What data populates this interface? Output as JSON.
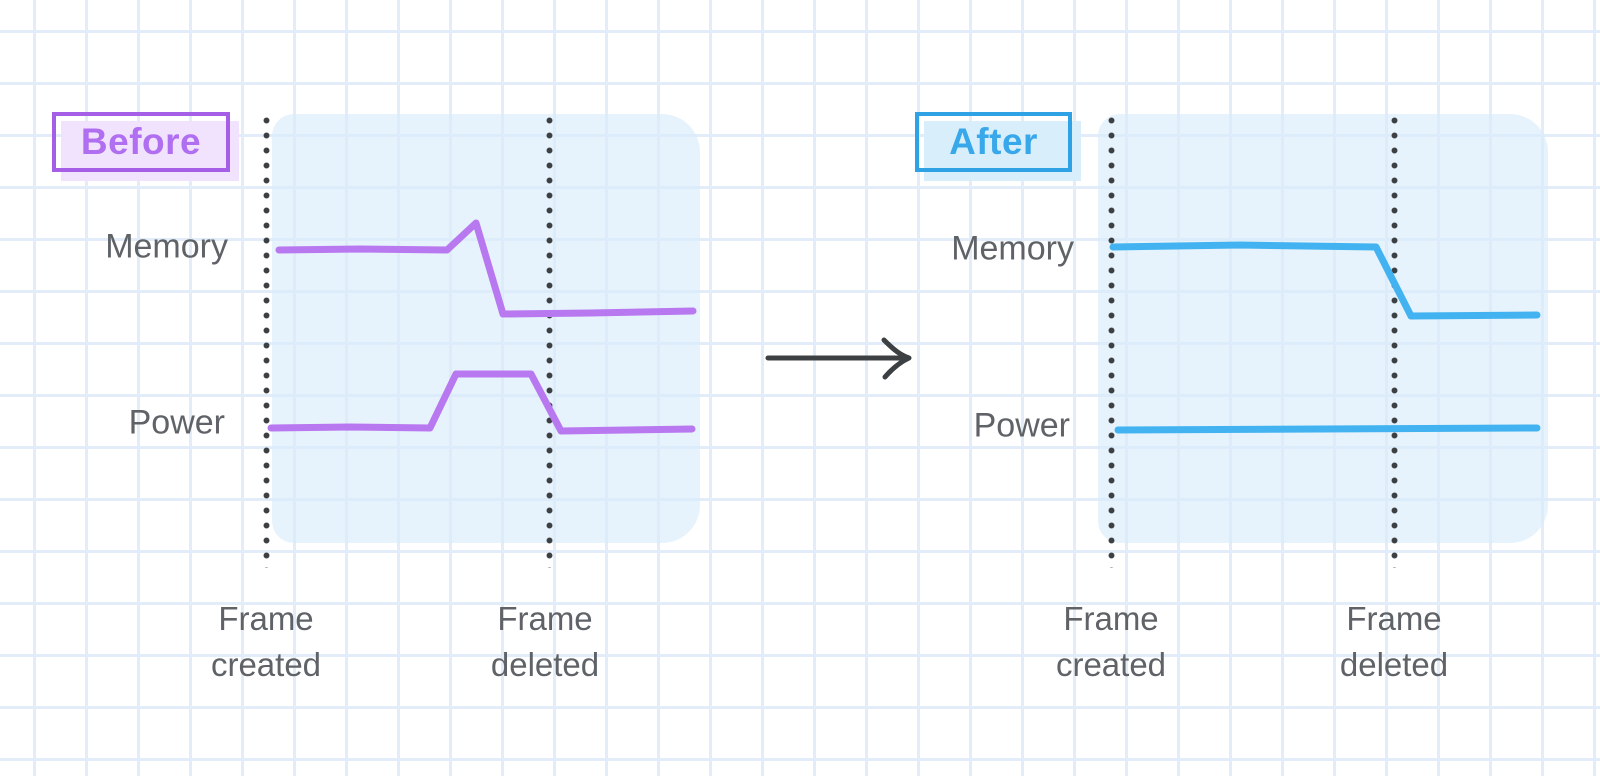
{
  "colors": {
    "purple_line": "#b878f0",
    "purple_border": "#a55fe6",
    "purple_fill": "#f1e3fd",
    "purple_text": "#b06ef0",
    "blue_line": "#42b3f0",
    "blue_border": "#2fa2e6",
    "blue_fill": "#d8eefb",
    "blue_text": "#38a8ea",
    "gray_text": "#5f6368",
    "dot_color": "#3c4043",
    "region_fill": "#d9ecfa",
    "grid_line": "#e3edf9",
    "arrow": "#3c4043"
  },
  "panels": [
    {
      "badge": {
        "label": "Before"
      },
      "events": [
        {
          "line1": "Frame",
          "line2": "created"
        },
        {
          "line1": "Frame",
          "line2": "deleted"
        }
      ],
      "series": [
        {
          "label": "Memory",
          "points": [
            [
              279,
              250
            ],
            [
              360,
              249
            ],
            [
              447,
              250
            ],
            [
              476,
              223
            ],
            [
              503,
              314
            ],
            [
              590,
              313
            ],
            [
              693,
              311
            ]
          ]
        },
        {
          "label": "Power",
          "points": [
            [
              271,
              428
            ],
            [
              350,
              427
            ],
            [
              430,
              428
            ],
            [
              456,
              374
            ],
            [
              531,
              374
            ],
            [
              561,
              431
            ],
            [
              692,
              429
            ]
          ]
        }
      ]
    },
    {
      "badge": {
        "label": "After"
      },
      "events": [
        {
          "line1": "Frame",
          "line2": "created"
        },
        {
          "line1": "Frame",
          "line2": "deleted"
        }
      ],
      "series": [
        {
          "label": "Memory",
          "points": [
            [
              1113,
              247
            ],
            [
              1240,
              245
            ],
            [
              1376,
              247
            ],
            [
              1411,
              316
            ],
            [
              1537,
              315
            ]
          ]
        },
        {
          "label": "Power",
          "points": [
            [
              1118,
              430
            ],
            [
              1320,
              429
            ],
            [
              1537,
              428
            ]
          ]
        }
      ]
    }
  ]
}
